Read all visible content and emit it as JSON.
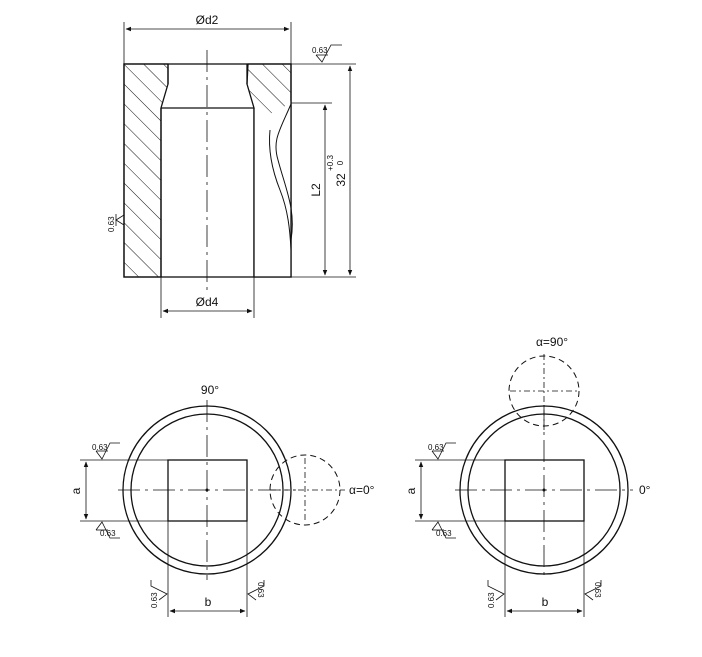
{
  "top_view": {
    "dim_d2": "Ød2",
    "dim_d4": "Ød4",
    "dim_L2": "L2",
    "dim_32": "32",
    "tol_upper": "+0.3",
    "tol_lower": "0",
    "roughness_top": "0.63",
    "roughness_left": "0.63"
  },
  "left_view": {
    "angle_top": "90°",
    "angle_right": "α=0°",
    "dim_a": "a",
    "dim_b": "b",
    "roughness_upper": "0.63",
    "roughness_lower": "0.63",
    "roughness_bottom_left": "0.63",
    "roughness_bottom_right": "0.63"
  },
  "right_view": {
    "angle_top": "α=90°",
    "angle_right": "0°",
    "dim_a": "a",
    "dim_b": "b",
    "roughness_upper": "0.63",
    "roughness_lower": "0.63",
    "roughness_bottom_left": "0.63",
    "roughness_bottom_right": "0.63"
  }
}
